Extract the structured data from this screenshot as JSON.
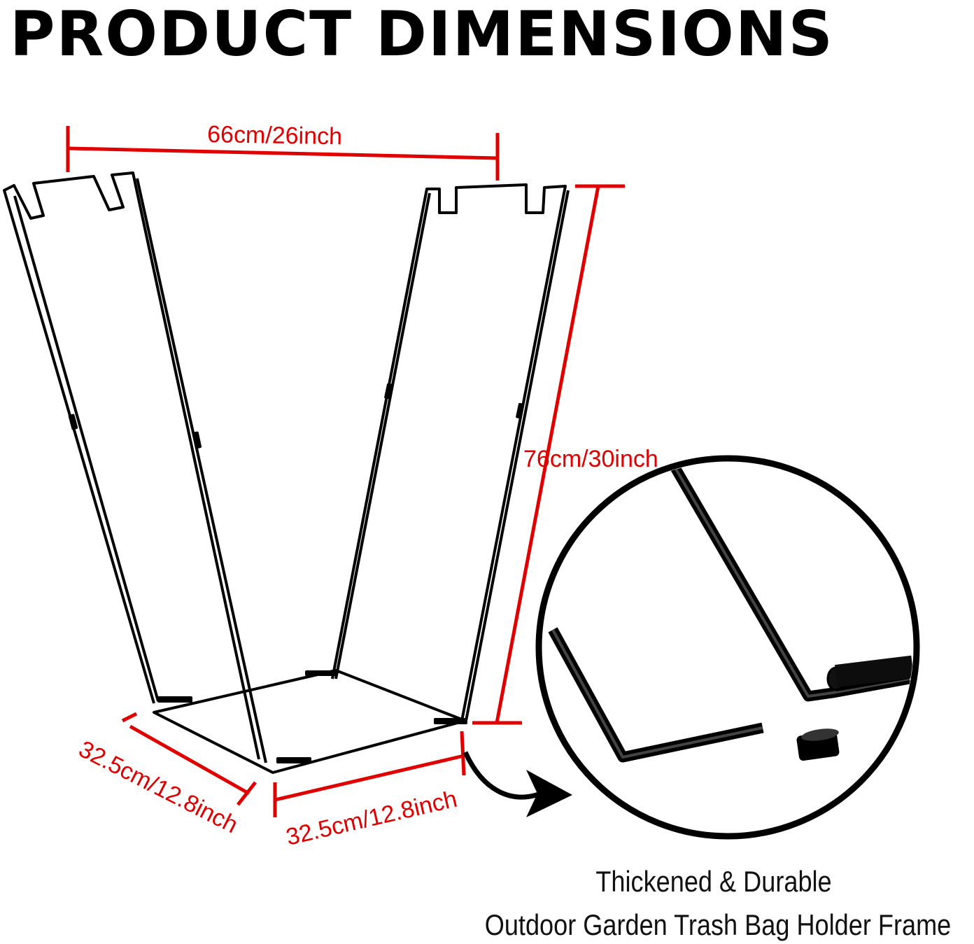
{
  "title": "PRODUCT DIMENSIONS",
  "dimensions": {
    "width_top": "66cm/26inch",
    "height": "76cm/30inch",
    "base_depth": "32.5cm/12.8inch",
    "base_width": "32.5cm/12.8inch"
  },
  "caption": {
    "line1": "Thickened & Durable",
    "line2": "Outdoor Garden Trash Bag Holder Frame"
  },
  "colors": {
    "dimension": "#e00000",
    "frame": "#000000"
  }
}
